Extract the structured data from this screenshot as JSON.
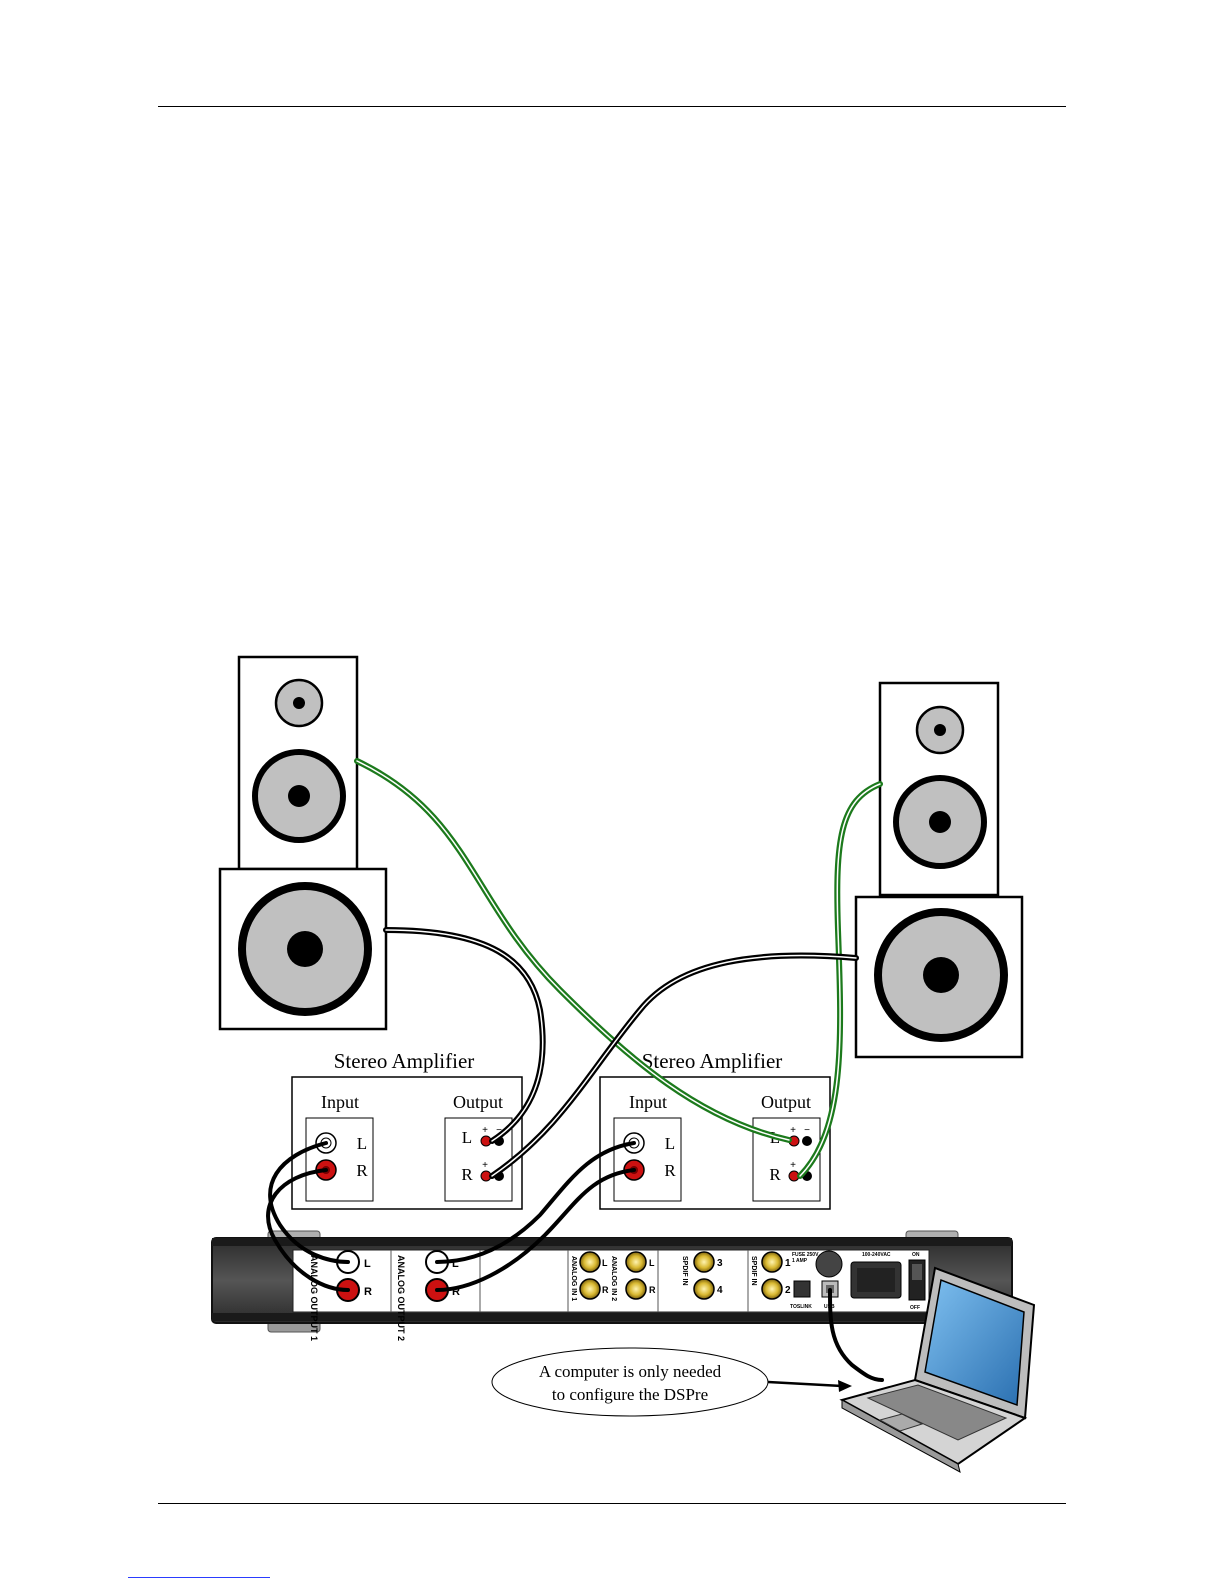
{
  "diagram": {
    "amplifier_left": {
      "title": "Stereo Amplifier",
      "input_label": "Input",
      "output_label": "Output",
      "channel_l": "L",
      "channel_r": "R"
    },
    "amplifier_right": {
      "title": "Stereo Amplifier",
      "input_label": "Input",
      "output_label": "Output",
      "channel_l": "L",
      "channel_r": "R"
    },
    "terminal_plus": "+",
    "terminal_minus": "−",
    "dspre_panel": {
      "analog_output_1": "ANALOG OUTPUT 1",
      "analog_output_2": "ANALOG OUTPUT 2",
      "channel_l": "L",
      "channel_r": "R",
      "analog_in_1": "ANALOG IN 1",
      "analog_in_2": "ANALOG IN 2",
      "spdif_in_a": "SPDIF IN",
      "spdif_in_b": "SPDIF IN",
      "num_1": "1",
      "num_2": "2",
      "num_3": "3",
      "num_4": "4",
      "fuse": "FUSE 250V",
      "fuse_amp": "1 AMP",
      "mains": "100-240VAC",
      "toslink": "TOSLINK",
      "usb": "USB",
      "on": "ON",
      "off": "OFF"
    },
    "callout_line1": "A computer is only needed",
    "callout_line2": "to configure the DSPre"
  },
  "colors": {
    "green_cable": "#1c7a1c",
    "red_jack": "#cc1111",
    "speaker_cone": "#c0c0c0",
    "panel_dark": "#3a3a3a",
    "rca_gold": "#d8b830",
    "laptop_screen": "#3a86c8"
  }
}
